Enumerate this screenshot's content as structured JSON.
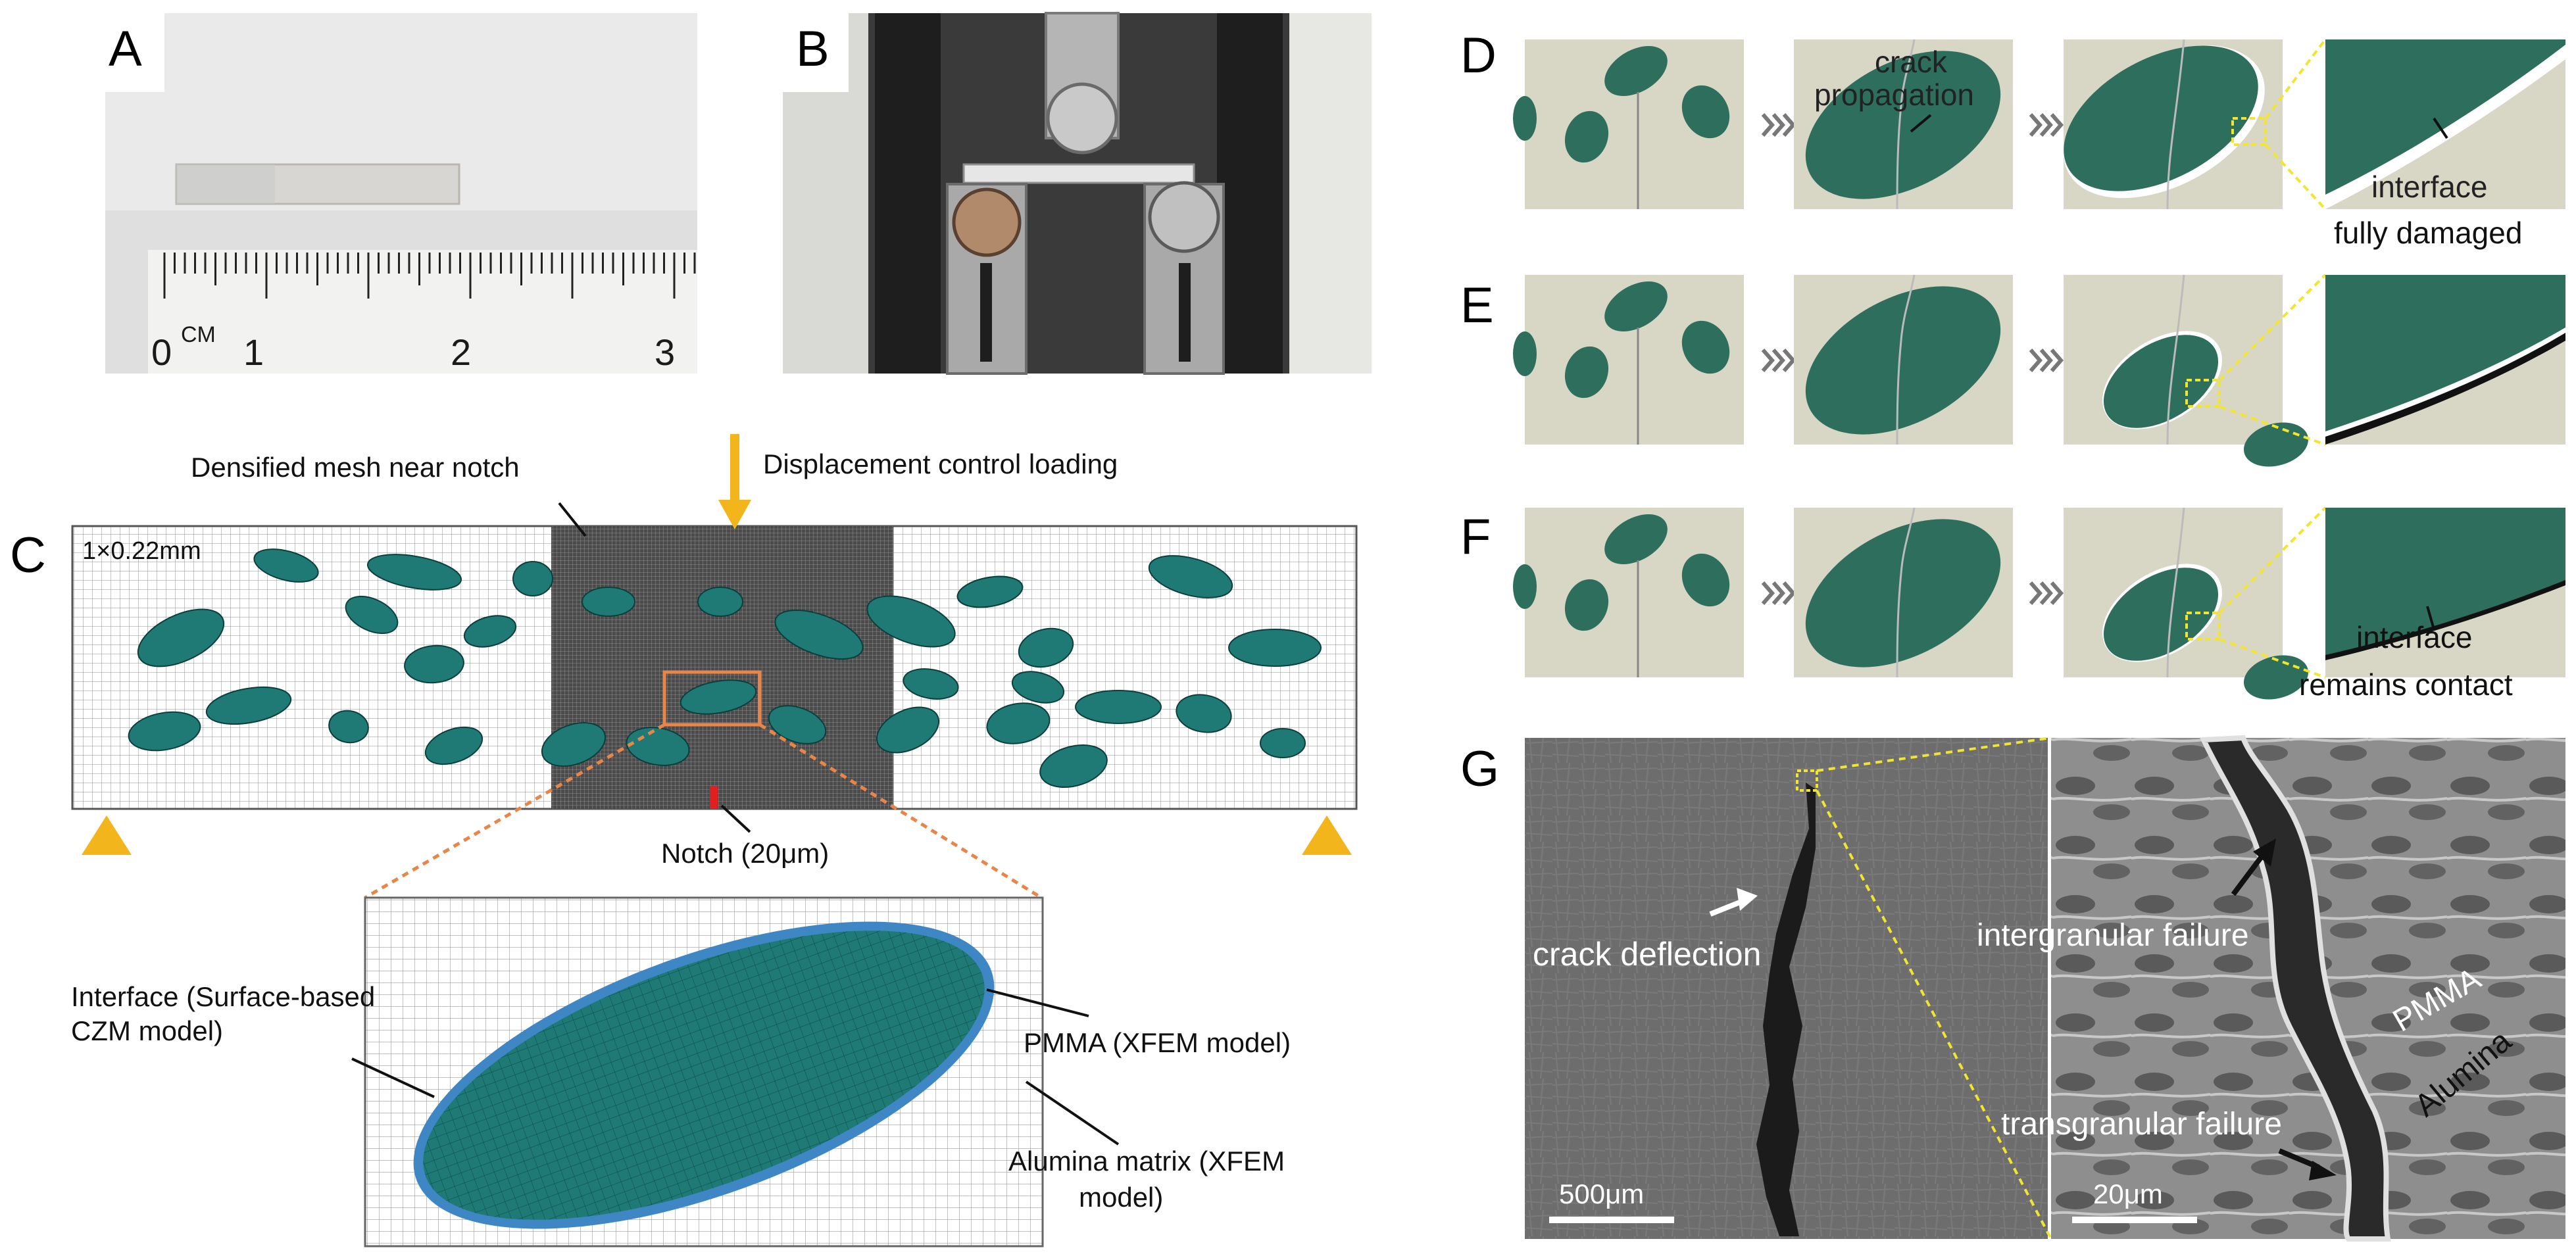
{
  "panels": {
    "a": "A",
    "b": "B",
    "c": "C",
    "d": "D",
    "e": "E",
    "f": "F",
    "g": "G"
  },
  "ruler": {
    "unit": "CM",
    "zero": "0",
    "ticks": [
      "1",
      "2",
      "3"
    ]
  },
  "model": {
    "scale_text": "1×0.22mm",
    "mesh_label": "Densified mesh near notch",
    "loading_label": "Displacement control loading",
    "notch_label": "Notch (20μm)"
  },
  "zoom": {
    "interface_label_1": "Interface (Surface-based",
    "interface_label_2": "CZM model)",
    "pmma_label": "PMMA (XFEM model)",
    "alumina_label_1": "Alumina matrix (XFEM",
    "alumina_label_2": "model)"
  },
  "crack_d": {
    "crack_label_1": "crack",
    "crack_label_2": "propagation",
    "interface_1": "interface",
    "interface_2": "fully damaged"
  },
  "crack_f": {
    "interface_1": "interface",
    "interface_2": "remains contact"
  },
  "sem": {
    "deflection": "crack deflection",
    "scale_left": "500μm",
    "intergranular": "intergranular failure",
    "pmma": "PMMA",
    "alumina": "Alumina",
    "transgranular": "transgranular failure",
    "scale_right": "20μm"
  },
  "colors": {
    "pmma_green": "#2e6e5c",
    "mesh_teal": "#1f7a76",
    "matrix_beige": "#d8d6c5",
    "support_yellow": "#f2b51b",
    "zoom_orange": "#e8864a",
    "callout_yellow": "#f1e531",
    "interface_blue": "#3f86c4"
  }
}
